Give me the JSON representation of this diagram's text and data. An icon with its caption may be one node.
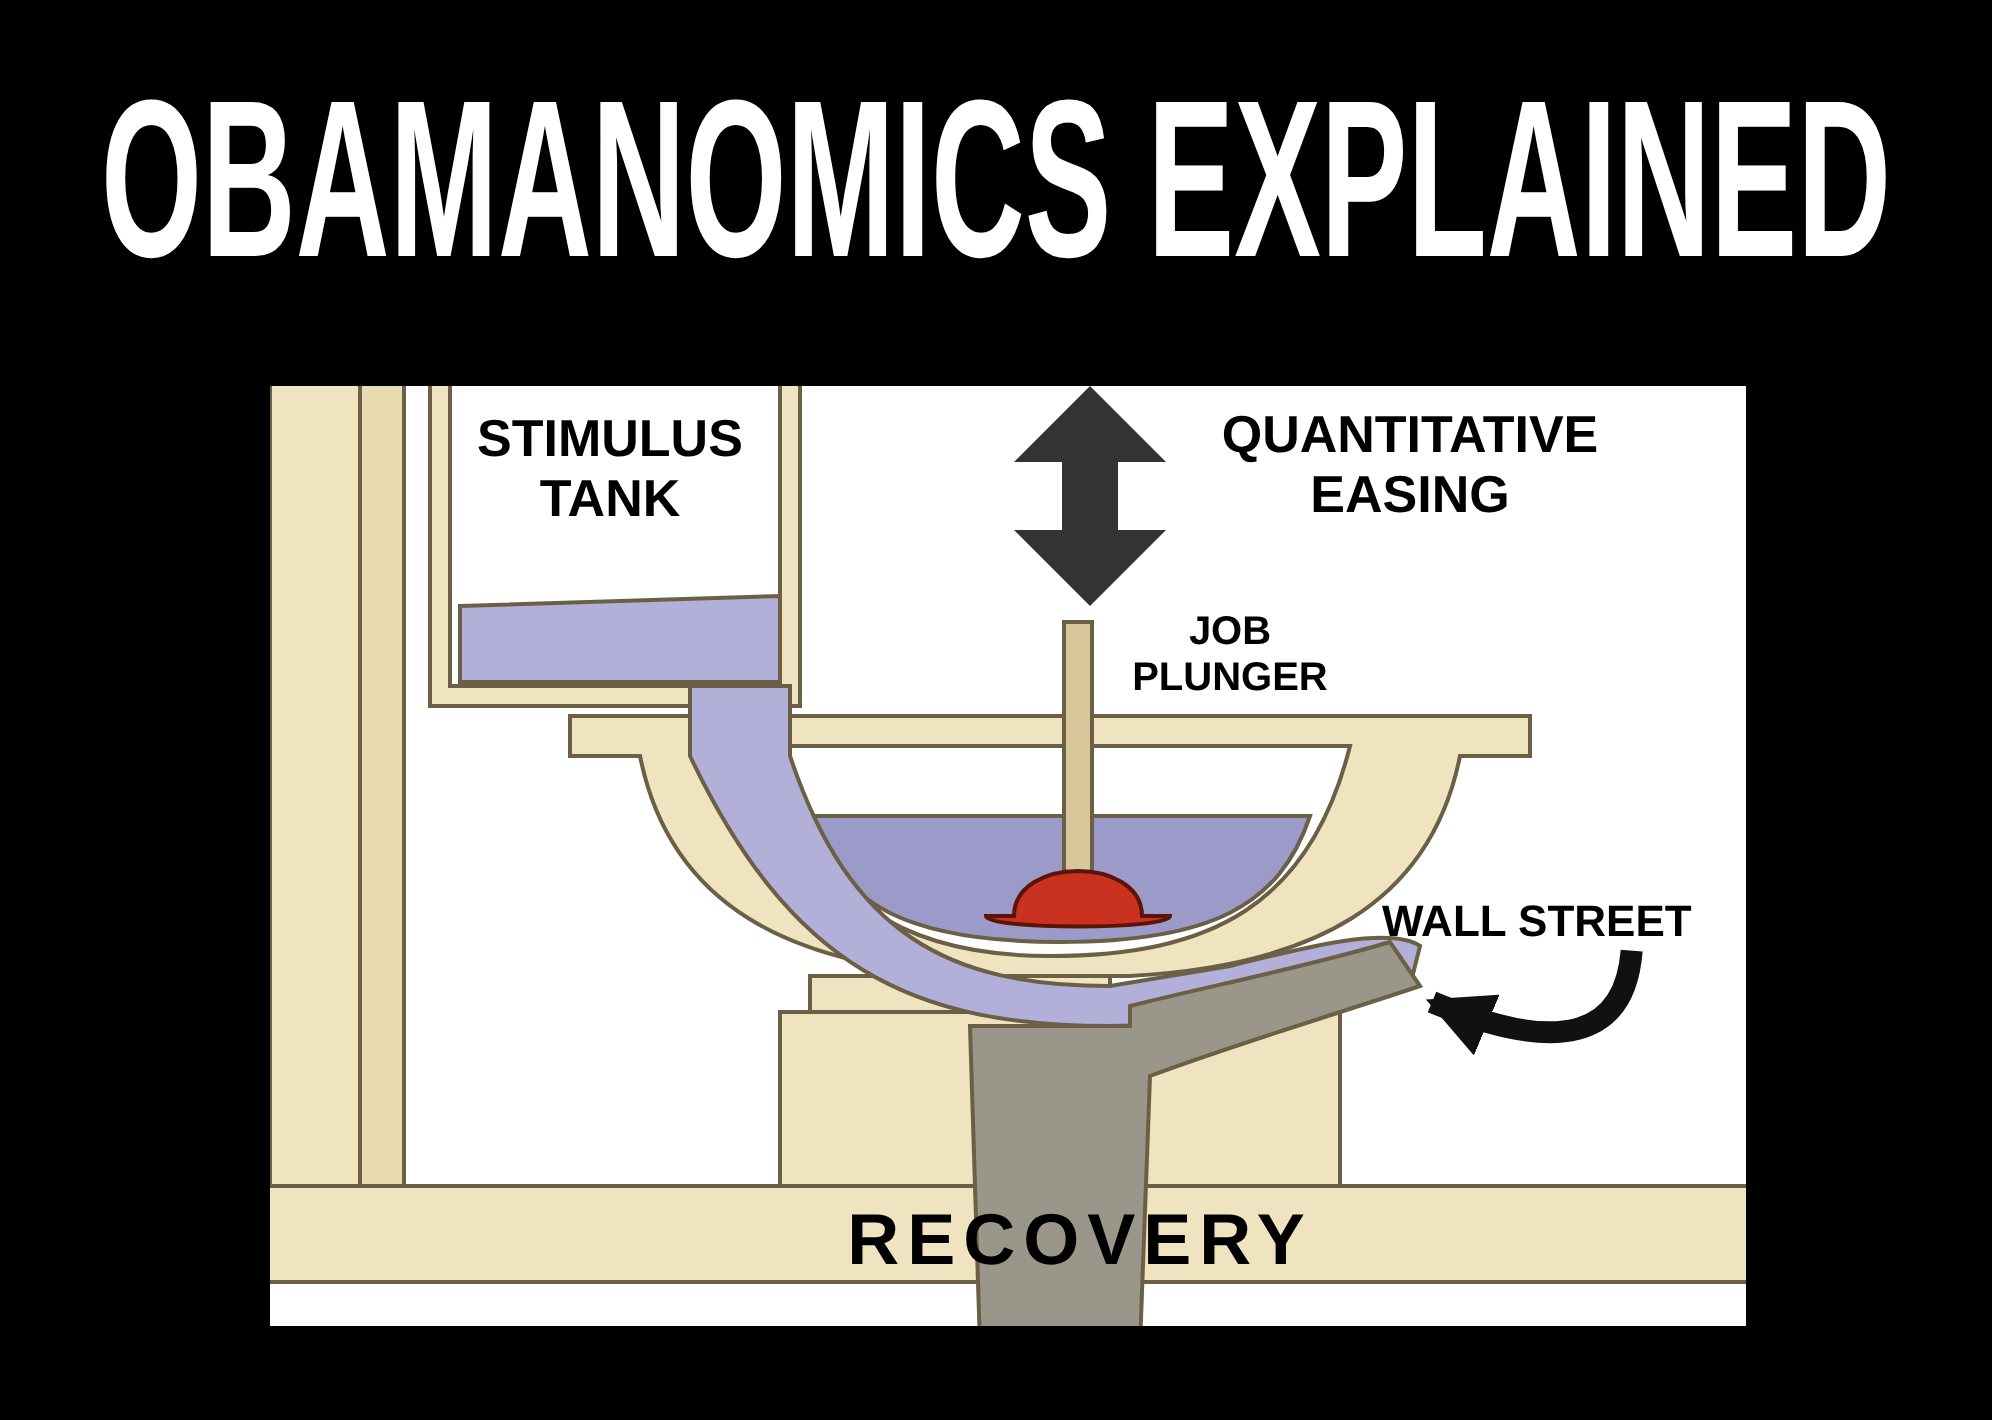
{
  "diagram": {
    "title": "OBAMANOMICS EXPLAINED",
    "nodes": [
      {
        "text": [
          "WALL STREET"
        ]
      },
      {
        "text": [],
        "shape": "pipe"
      }
    ],
    "edges": [
      {
        "from": 0,
        "to": 1,
        "arrow": "to"
      }
    ],
    "labels": [
      "STIMULUS TANK",
      "QUANTITATIVE EASING",
      "JOB PLUNGER",
      "RECOVERY"
    ]
  }
}
